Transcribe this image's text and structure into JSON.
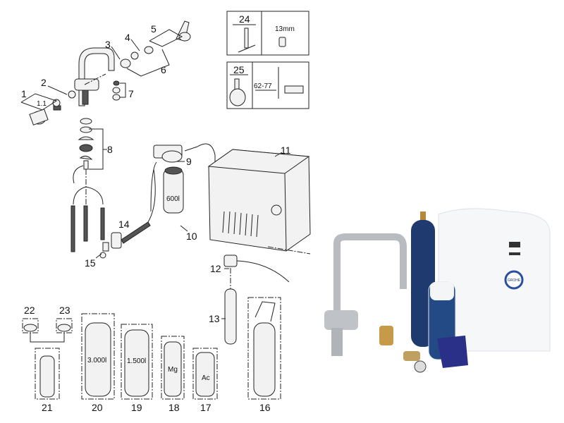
{
  "callouts": {
    "p1": "1",
    "p1_1": "1.1",
    "p2": "2",
    "p3": "3",
    "p4": "4",
    "p5": "5",
    "p6": "6",
    "p7": "7",
    "p8": "8",
    "p9": "9",
    "p10": "10",
    "p11": "11",
    "p12": "12",
    "p13": "13",
    "p14": "14",
    "p15": "15",
    "p16": "16",
    "p17": "17",
    "p18": "18",
    "p19": "19",
    "p20": "20",
    "p21": "21",
    "p22": "22",
    "p23": "23",
    "p24": "24",
    "p25": "25"
  },
  "tool_boxes": {
    "box24_dimension": "13mm",
    "box25_dimension": "62-77"
  },
  "filter_labels": {
    "filter_600": "600l",
    "filter_3000": "3.000l",
    "filter_1500": "1.500l",
    "filter_mg": "Mg",
    "filter_ac": "Ac"
  },
  "product_photo": {
    "brand_logo": "GROHE",
    "accent_blue": "#1f3a6e",
    "steel": "#b8bcc0"
  }
}
